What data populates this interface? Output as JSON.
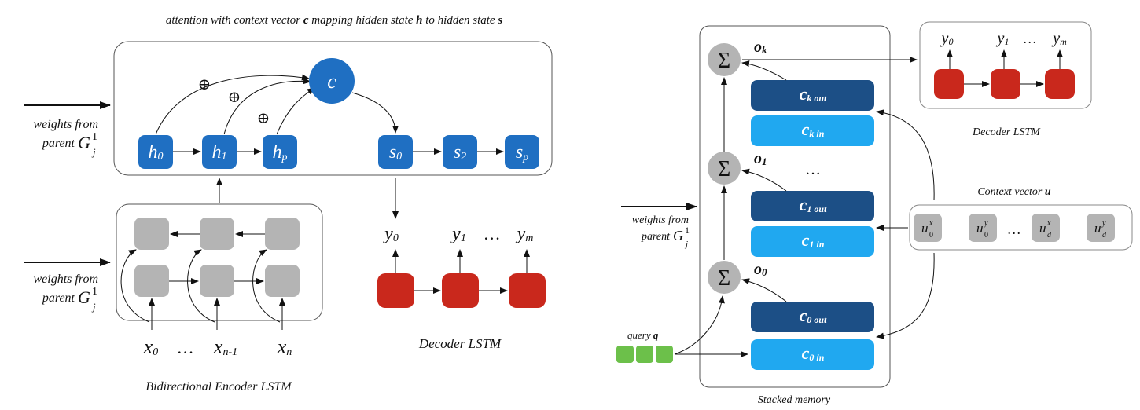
{
  "left_diagram": {
    "title": {
      "pre": "attention with context vector ",
      "c": "c",
      "mid1": " mapping hidden state ",
      "h": "h",
      "mid2": " to hidden state ",
      "s": "s"
    },
    "attention_nodes": {
      "context": "c",
      "hidden": [
        {
          "base": "h",
          "sub": "0"
        },
        {
          "base": "h",
          "sub": "1"
        },
        {
          "base": "h",
          "sub": "p"
        }
      ],
      "states": [
        {
          "base": "s",
          "sub": "0"
        },
        {
          "base": "s",
          "sub": "2"
        },
        {
          "base": "s",
          "sub": "p"
        }
      ],
      "plus_symbol": "⊕"
    },
    "weights_label_top": {
      "line1": "weights from",
      "line2": "parent",
      "G": "G",
      "sup": "1",
      "sub": "j"
    },
    "weights_label_bottom": {
      "line1": "weights from",
      "line2": "parent",
      "G": "G",
      "sup": "1",
      "sub": "j"
    },
    "inputs": [
      {
        "base": "x",
        "sub": "0"
      },
      {
        "base": "…",
        "sub": ""
      },
      {
        "base": "x",
        "sub": "n-1"
      },
      {
        "base": "x",
        "sub": "n"
      }
    ],
    "outputs": [
      {
        "base": "y",
        "sub": "0"
      },
      {
        "base": "y",
        "sub": "1"
      },
      {
        "base": "…",
        "sub": ""
      },
      {
        "base": "y",
        "sub": "m"
      }
    ],
    "encoder_caption": "Bidirectional Encoder LSTM",
    "decoder_caption": "Decoder LSTM"
  },
  "right_diagram": {
    "sigma": "Σ",
    "outputs_o": [
      {
        "base": "o",
        "sub": "k"
      },
      {
        "base": "o",
        "sub": "1"
      },
      {
        "base": "o",
        "sub": "0"
      }
    ],
    "memory_cells": [
      {
        "base": "c",
        "sub": "k out"
      },
      {
        "base": "c",
        "sub": "k in"
      },
      {
        "base": "c",
        "sub": "1 out"
      },
      {
        "base": "c",
        "sub": "1 in"
      },
      {
        "base": "c",
        "sub": "0 out"
      },
      {
        "base": "c",
        "sub": "0 in"
      }
    ],
    "ellipsis": "…",
    "decoder_outputs": [
      {
        "base": "y",
        "sub": "0"
      },
      {
        "base": "y",
        "sub": "1"
      },
      {
        "base": "…",
        "sub": ""
      },
      {
        "base": "y",
        "sub": "m"
      }
    ],
    "decoder_caption": "Decoder LSTM",
    "context_caption": {
      "pre": "Context vector ",
      "bold": "u"
    },
    "context_cells": [
      {
        "base": "u",
        "sup": "x",
        "sub": "0"
      },
      {
        "base": "u",
        "sup": "y",
        "sub": "0"
      },
      {
        "base": "…",
        "sup": "",
        "sub": ""
      },
      {
        "base": "u",
        "sup": "x",
        "sub": "d"
      },
      {
        "base": "u",
        "sup": "y",
        "sub": "d"
      }
    ],
    "weights_label": {
      "line1": "weights from",
      "line2": "parent",
      "G": "G",
      "sup": "1",
      "sub": "j"
    },
    "query_label": {
      "pre": "query ",
      "bold": "q"
    },
    "memory_caption": "Stacked memory"
  },
  "colors": {
    "blue_node": "#1f6fc2",
    "dark_blue_cell": "#1c4f86",
    "light_blue_cell": "#20a8f0",
    "red_node": "#c9281c",
    "gray_node": "#b4b4b4",
    "green_node": "#6cc04a"
  }
}
